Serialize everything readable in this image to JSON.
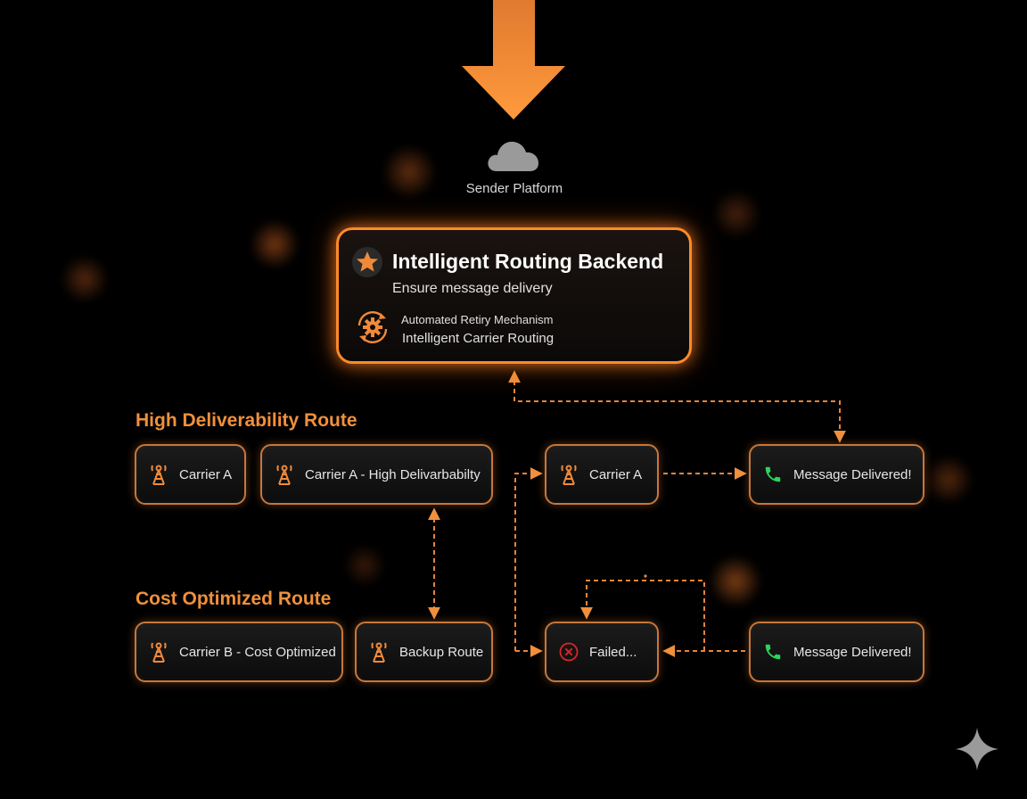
{
  "colors": {
    "accent": "#f0903c",
    "glow": "#ff8a2a",
    "border": "#c8763a",
    "success": "#2fd35a",
    "error": "#e0242a",
    "cloud": "#9a9a9a"
  },
  "sender": {
    "label": "Sender Platform",
    "icon": "cloud-icon"
  },
  "backend": {
    "title": "Intelligent Routing Backend",
    "subtitle": "Ensure message delivery",
    "feature_1": "Automated Retiry Mechanism",
    "feature_2": "Intelligent Carrier Routing",
    "icons": [
      "star-icon",
      "gear-refresh-icon"
    ]
  },
  "routes": {
    "high": {
      "title": "High Deliverability Route",
      "carrier_a": "Carrier A",
      "carrier_a_high": "Carrier A - High Delivarbabilty"
    },
    "cost": {
      "title": "Cost Optimized Route",
      "carrier_b": "Carrier B - Cost Optimized",
      "backup": "Backup Route"
    }
  },
  "flow": {
    "carrier_a": "Carrier A",
    "delivered_top": "Message Delivered!",
    "failed": "Failed...",
    "delivered_bottom": "Message Delivered!"
  },
  "icons": {
    "tower": "cell-tower-icon",
    "phone": "phone-icon",
    "fail": "x-circle-icon",
    "sparkle": "sparkle-icon"
  }
}
